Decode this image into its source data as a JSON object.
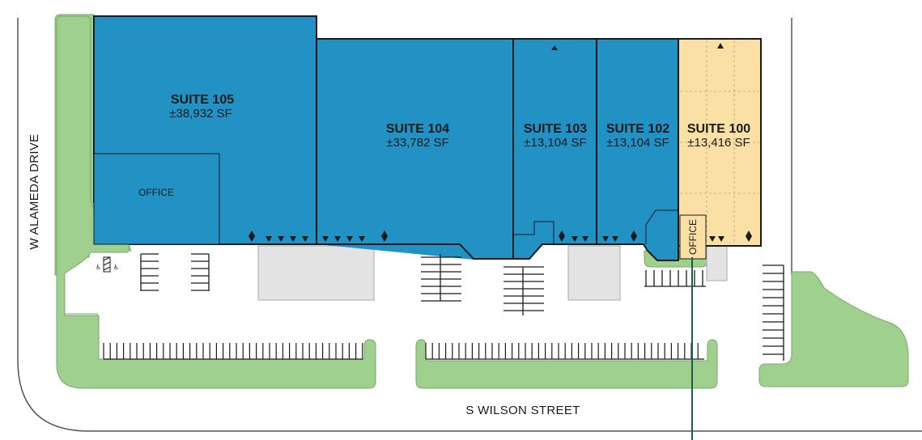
{
  "colors": {
    "suite_fill": "#2292c5",
    "available_fill": "#fbe0a6",
    "landscape_fill": "#9fd08e",
    "landscape_stroke": "#7aa86b",
    "pad_fill": "#e3e3e3",
    "outline": "#1a1a1a",
    "road_line": "#555555",
    "pointer_line": "#1f5a4f"
  },
  "streets": {
    "west": "W ALAMEDA DRIVE",
    "south": "S WILSON STREET"
  },
  "suites": [
    {
      "id": "105",
      "label": "SUITE 105",
      "area": "±38,932 SF",
      "available": false
    },
    {
      "id": "104",
      "label": "SUITE 104",
      "area": "±33,782 SF",
      "available": false
    },
    {
      "id": "103",
      "label": "SUITE 103",
      "area": "±13,104 SF",
      "available": false
    },
    {
      "id": "102",
      "label": "SUITE 102",
      "area": "±13,104 SF",
      "available": false
    },
    {
      "id": "100",
      "label": "SUITE 100",
      "area": "±13,416 SF",
      "available": true
    }
  ],
  "offices": {
    "suite_105": "OFFICE",
    "suite_100": "OFFICE"
  },
  "icons": [
    "loading-door-diamond-icon",
    "dock-door-triangle-icon",
    "accessible-parking-icon",
    "skylight-triangle-icon"
  ]
}
